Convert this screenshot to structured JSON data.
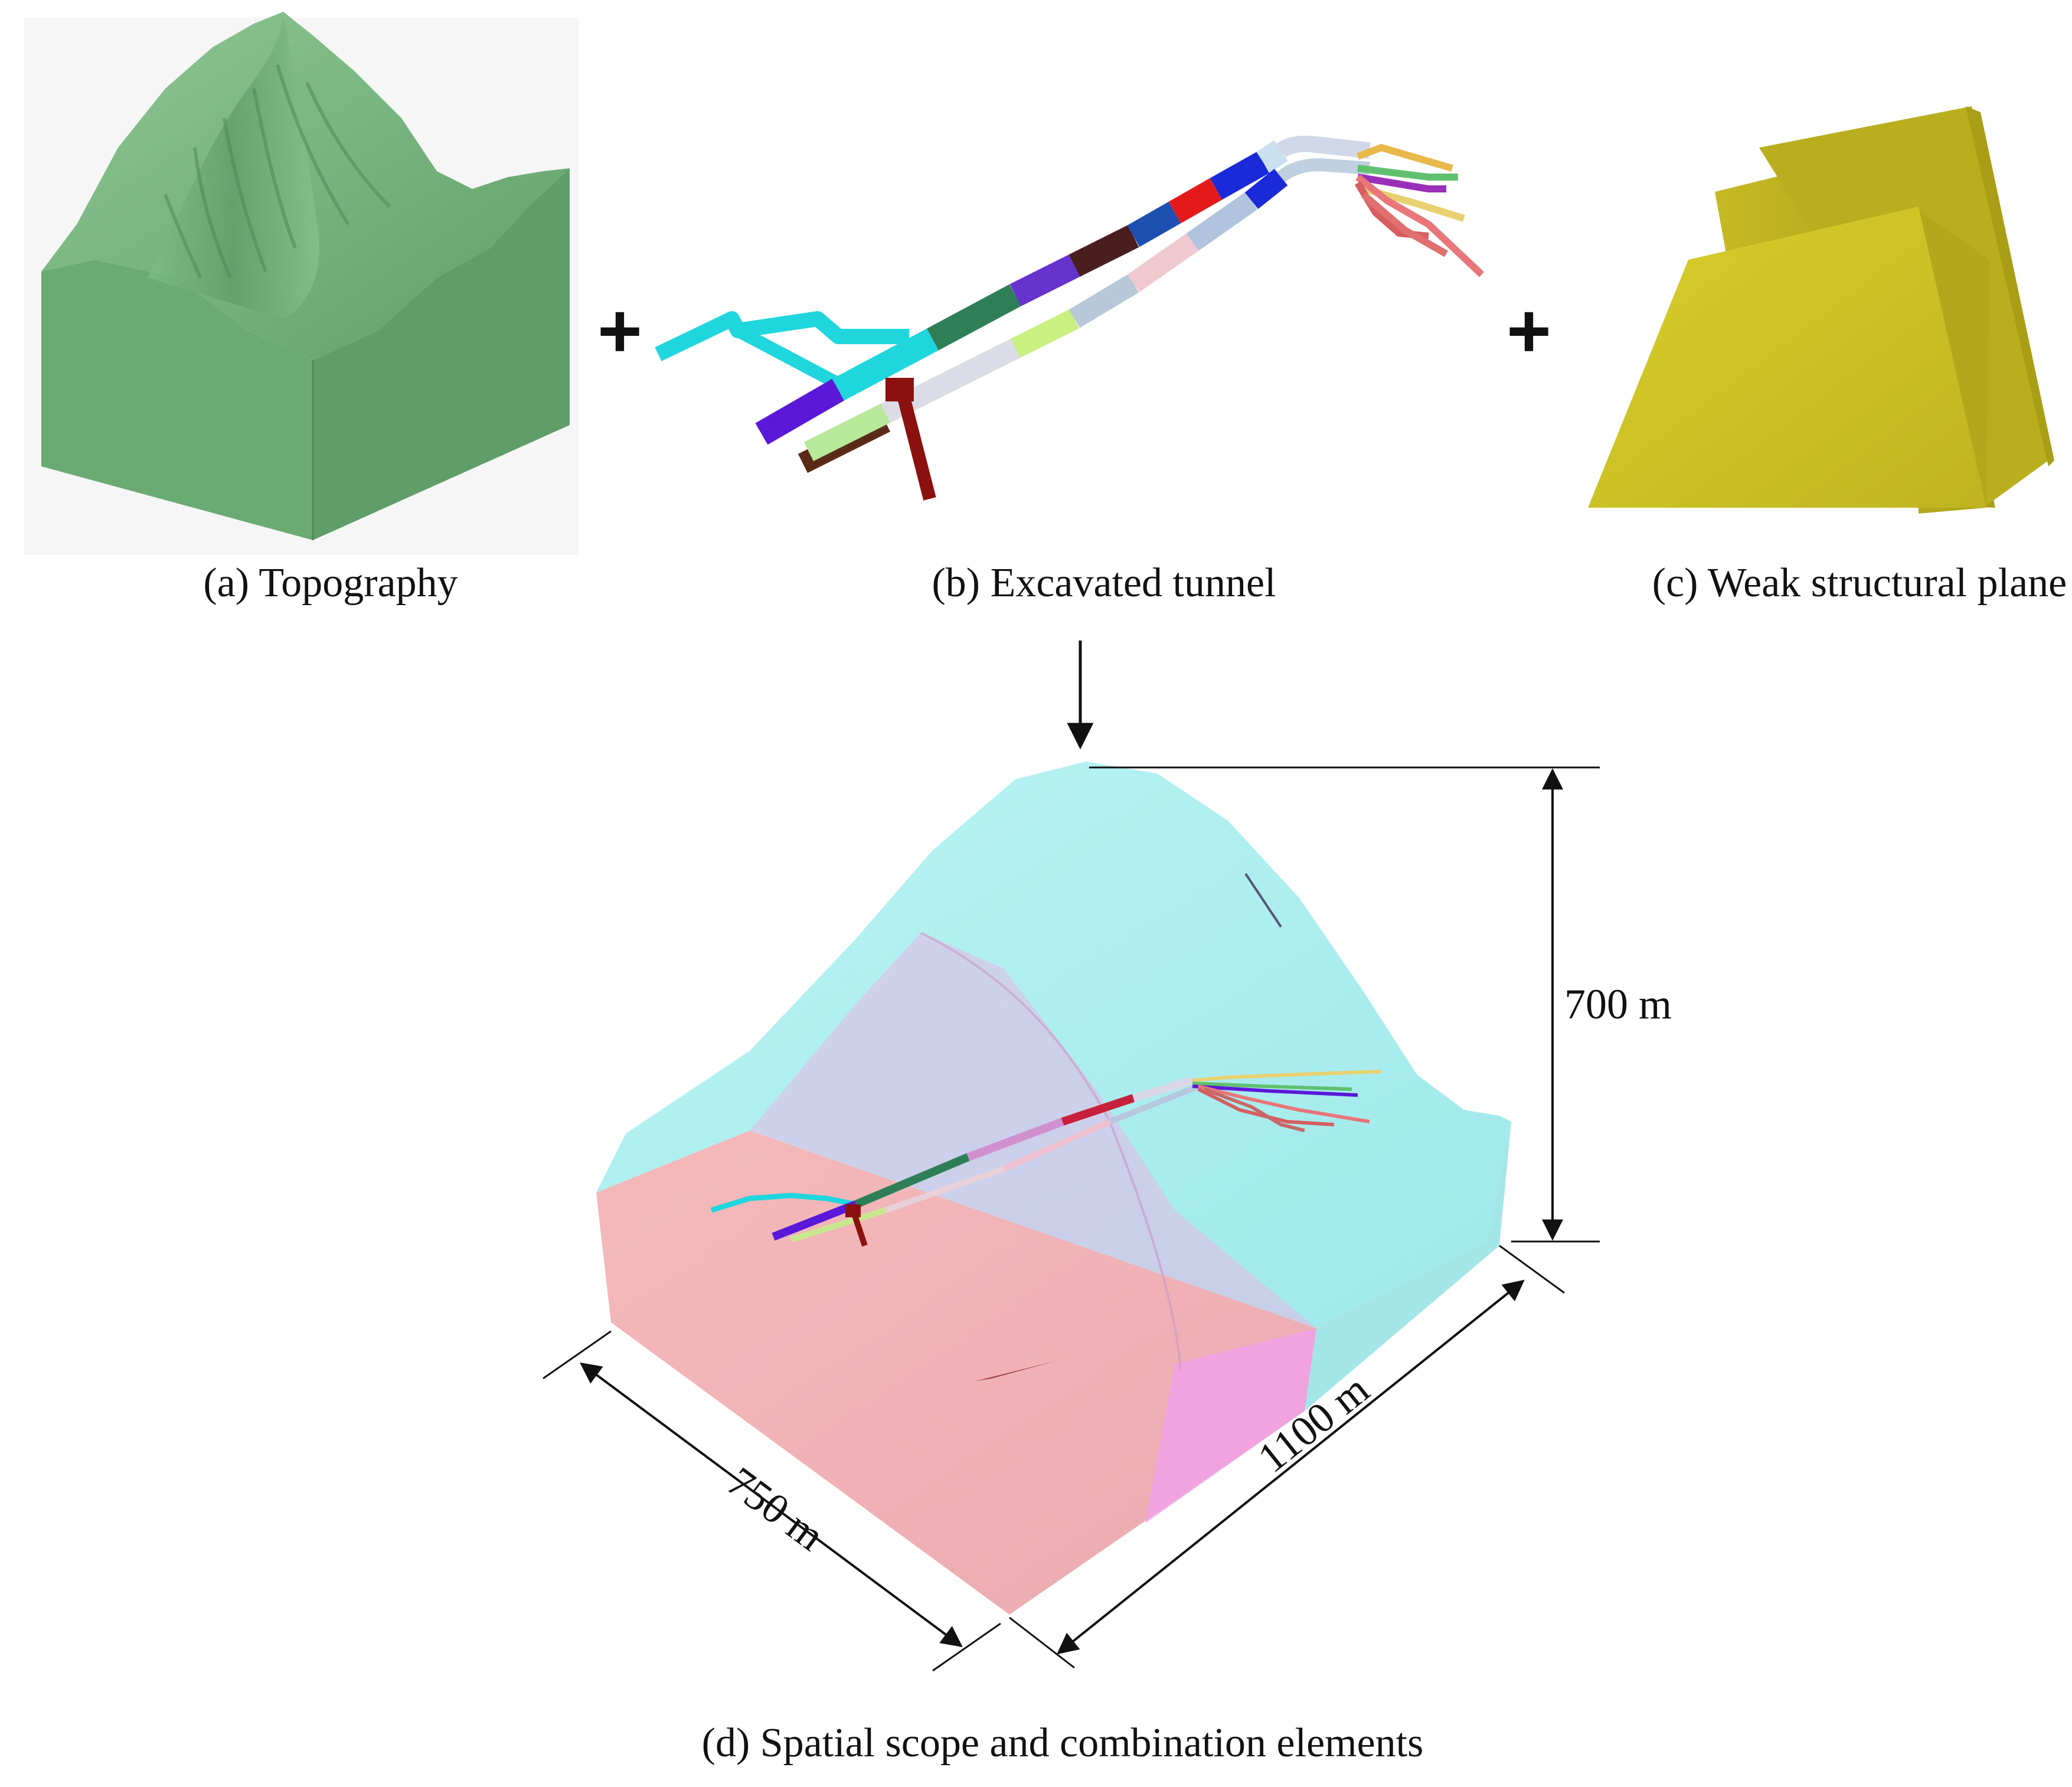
{
  "panels": {
    "a": {
      "caption": "(a) Topography"
    },
    "b": {
      "caption": "(b) Excavated tunnel"
    },
    "c": {
      "caption": "(c) Weak structural plane"
    },
    "d": {
      "caption": "(d) Spatial scope and combination elements"
    }
  },
  "operators": {
    "plus_1": "+",
    "plus_2": "+"
  },
  "dimensions": {
    "height": "700 m",
    "width": "750 m",
    "length": "1100 m"
  },
  "colors": {
    "topography": "#74b37e",
    "weak_plane": "#cfc425",
    "model_upper": "#a8eeee",
    "model_lower": "#f0aeb4",
    "tunnel_cyan": "#1fd6dc",
    "tunnel_purple": "#5a18d8",
    "tunnel_darkred": "#8b1010",
    "tunnel_salmon": "#e8767a"
  }
}
